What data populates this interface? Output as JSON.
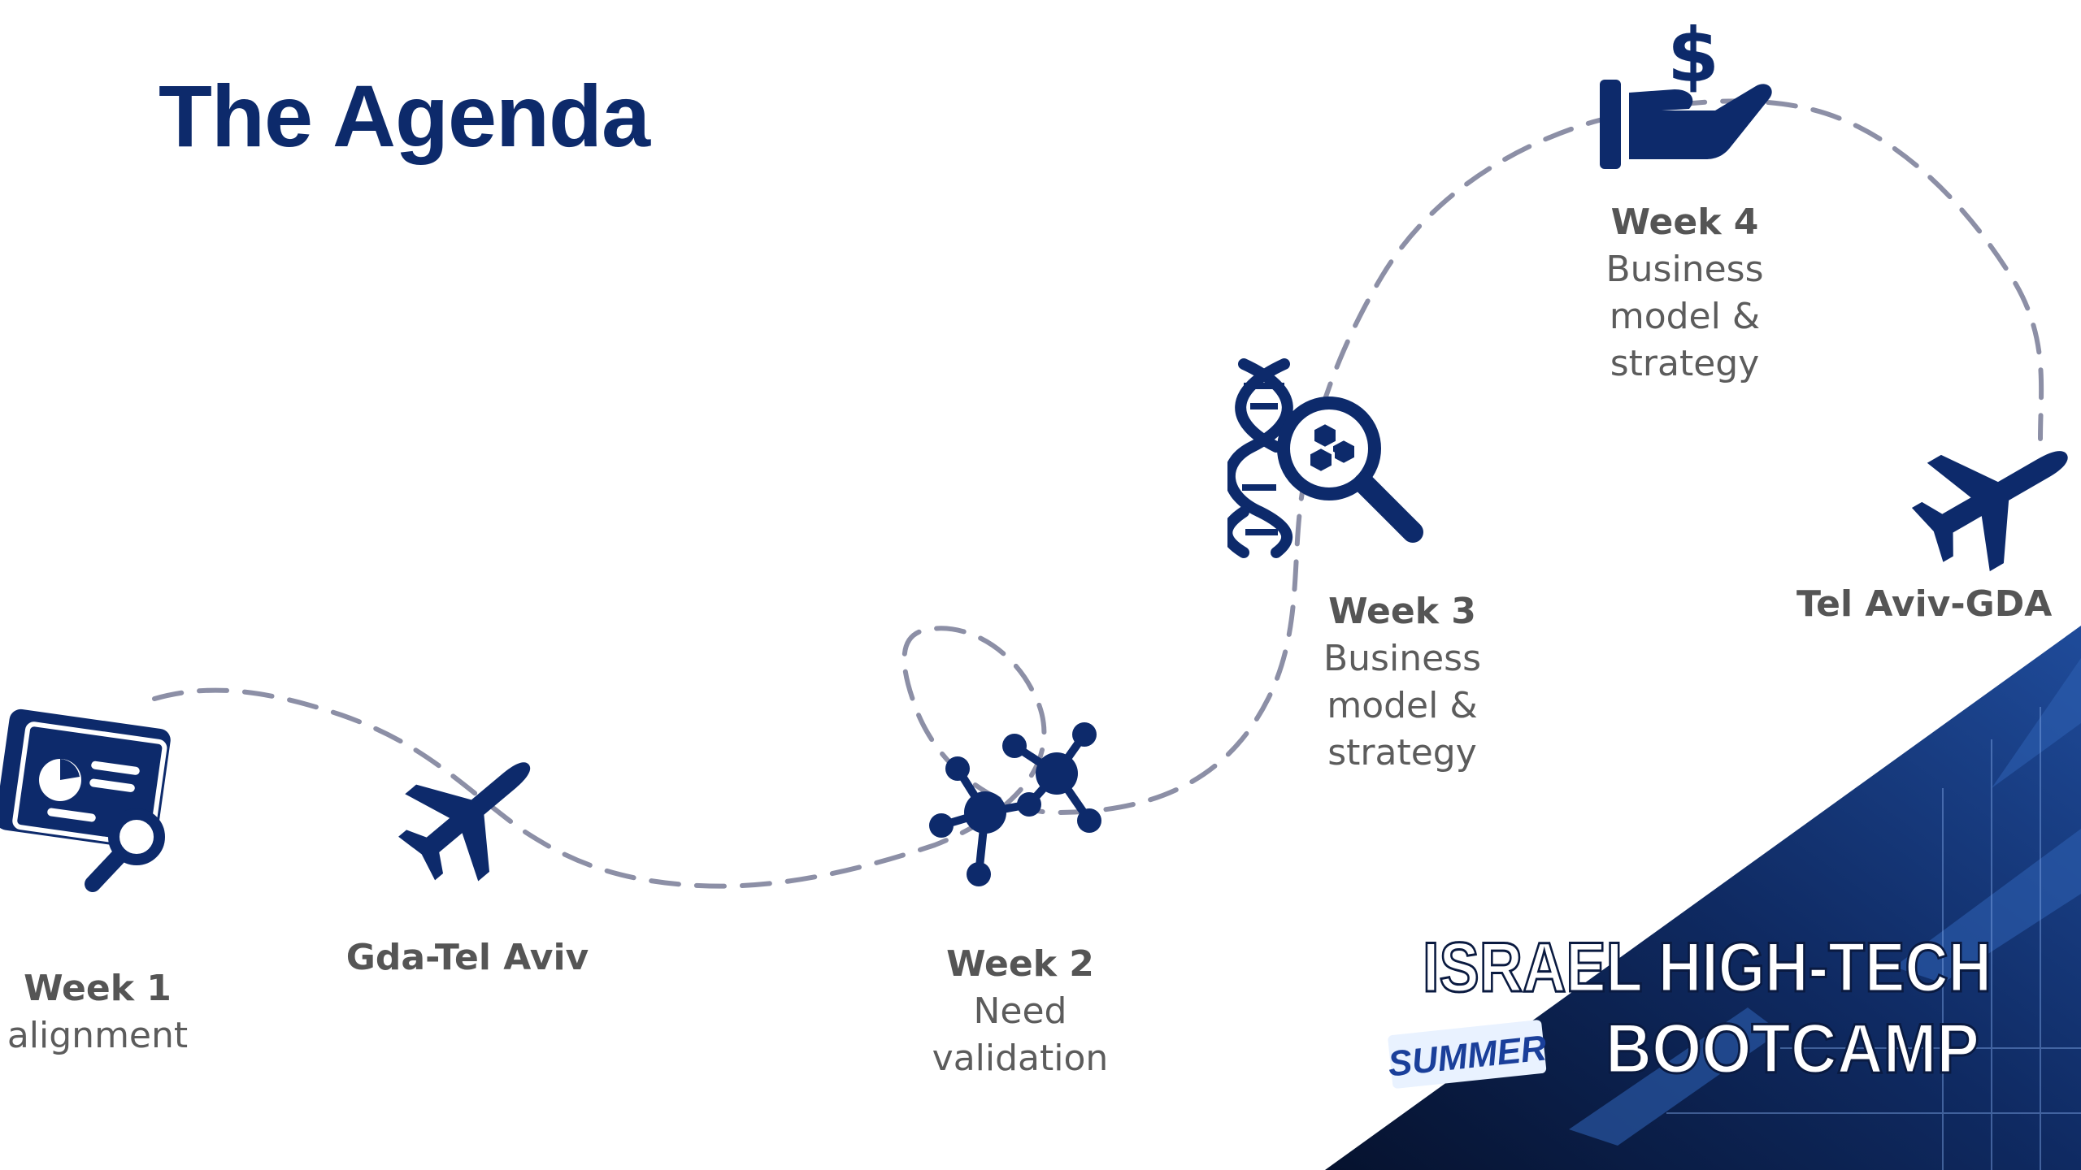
{
  "title": "The Agenda",
  "colors": {
    "title": "#0d2a6b",
    "icon": "#0d2a6b",
    "path": "#8c8fa6",
    "label": "#555555"
  },
  "stops": [
    {
      "kind": "week",
      "icon": "presentation-search-icon",
      "week": "Week 1",
      "lines": [
        "alignment"
      ]
    },
    {
      "kind": "travel",
      "icon": "airplane-icon",
      "text": "Gda-Tel Aviv"
    },
    {
      "kind": "week",
      "icon": "molecule-network-icon",
      "week": "Week 2",
      "lines": [
        "Need",
        "validation"
      ]
    },
    {
      "kind": "week",
      "icon": "dna-magnifier-icon",
      "week": "Week 3",
      "lines": [
        "Business",
        "model &",
        "strategy"
      ]
    },
    {
      "kind": "week",
      "icon": "hand-dollar-icon",
      "week": "Week 4",
      "lines": [
        "Business",
        "model &",
        "strategy"
      ]
    },
    {
      "kind": "travel",
      "icon": "airplane-icon",
      "text": "Tel Aviv-GDA"
    }
  ],
  "banner": {
    "line1": "ISRAEL HIGH-TECH",
    "badge": "SUMMER",
    "line2": "BOOTCAMP"
  }
}
